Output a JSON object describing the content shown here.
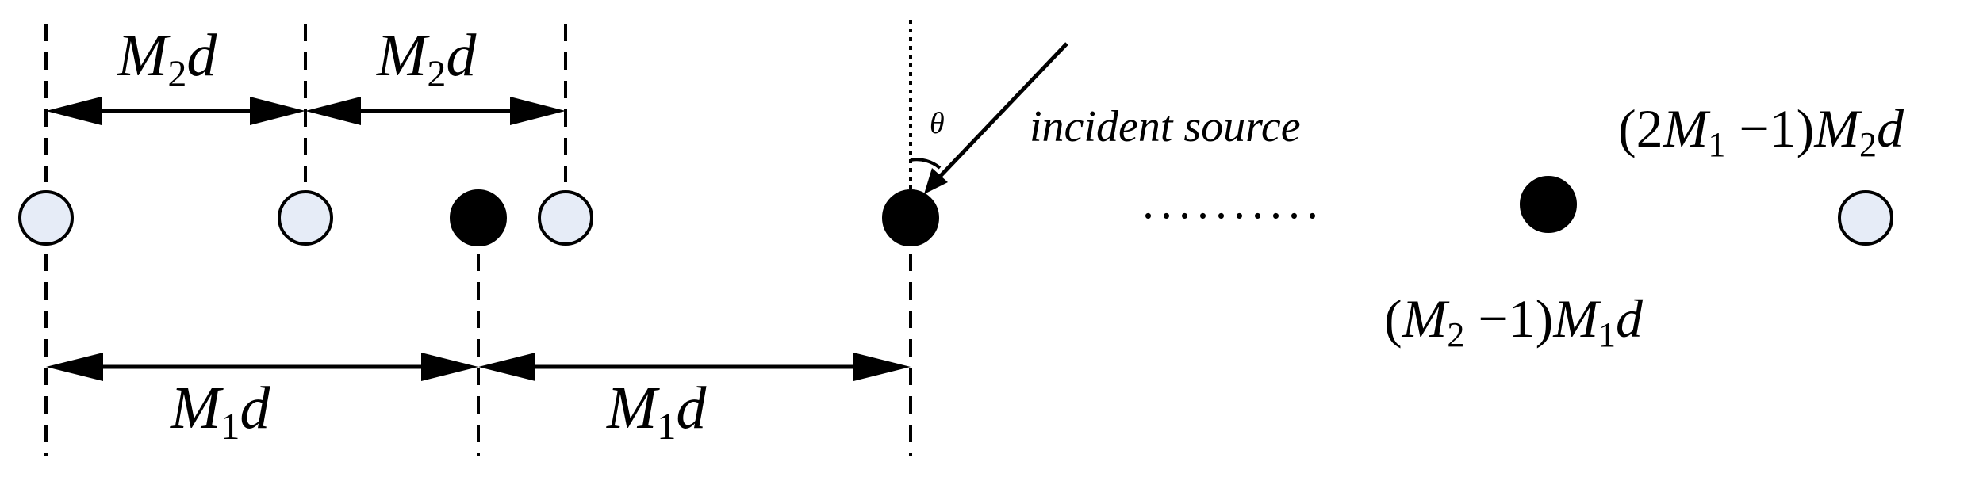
{
  "top_spacing_label_1": {
    "var": "M",
    "sub": "2",
    "tail": "d"
  },
  "top_spacing_label_2": {
    "var": "M",
    "sub": "2",
    "tail": "d"
  },
  "bottom_spacing_label_1": {
    "var": "M",
    "sub": "1",
    "tail": "d"
  },
  "bottom_spacing_label_2": {
    "var": "M",
    "sub": "1",
    "tail": "d"
  },
  "theta_label": "θ",
  "source_label": "incident source",
  "ellipsis": "..........",
  "right_top_label": {
    "open": "(2",
    "var": "M",
    "sub": "1",
    "mid": " −1)",
    "var2": "M",
    "sub2": "2",
    "tail": "d"
  },
  "right_bottom_label": {
    "open": "(",
    "var": "M",
    "sub": "2",
    "mid": " −1)",
    "var2": "M",
    "sub2": "1",
    "tail": "d"
  },
  "colors": {
    "open_sensor_fill": "#e6ecf7",
    "filled_sensor": "#000000",
    "line": "#000000"
  }
}
